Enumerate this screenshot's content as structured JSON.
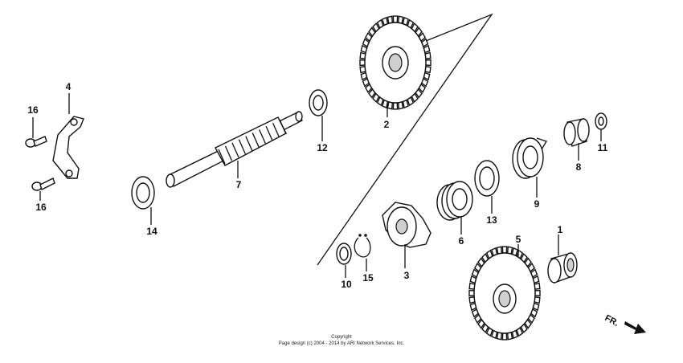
{
  "diagram": {
    "part_numbers": {
      "p1": "1",
      "p2": "2",
      "p3": "3",
      "p4": "4",
      "p5": "5",
      "p6": "6",
      "p7": "7",
      "p8": "8",
      "p9": "9",
      "p10": "10",
      "p11": "11",
      "p12": "12",
      "p13": "13",
      "p14": "14",
      "p15": "15",
      "p16a": "16",
      "p16b": "16"
    },
    "front_label": "FR.",
    "copyright_line1": "Copyright",
    "copyright_line2": "Page design (c) 2004 - 2014 by ARI Network Services, Inc."
  }
}
